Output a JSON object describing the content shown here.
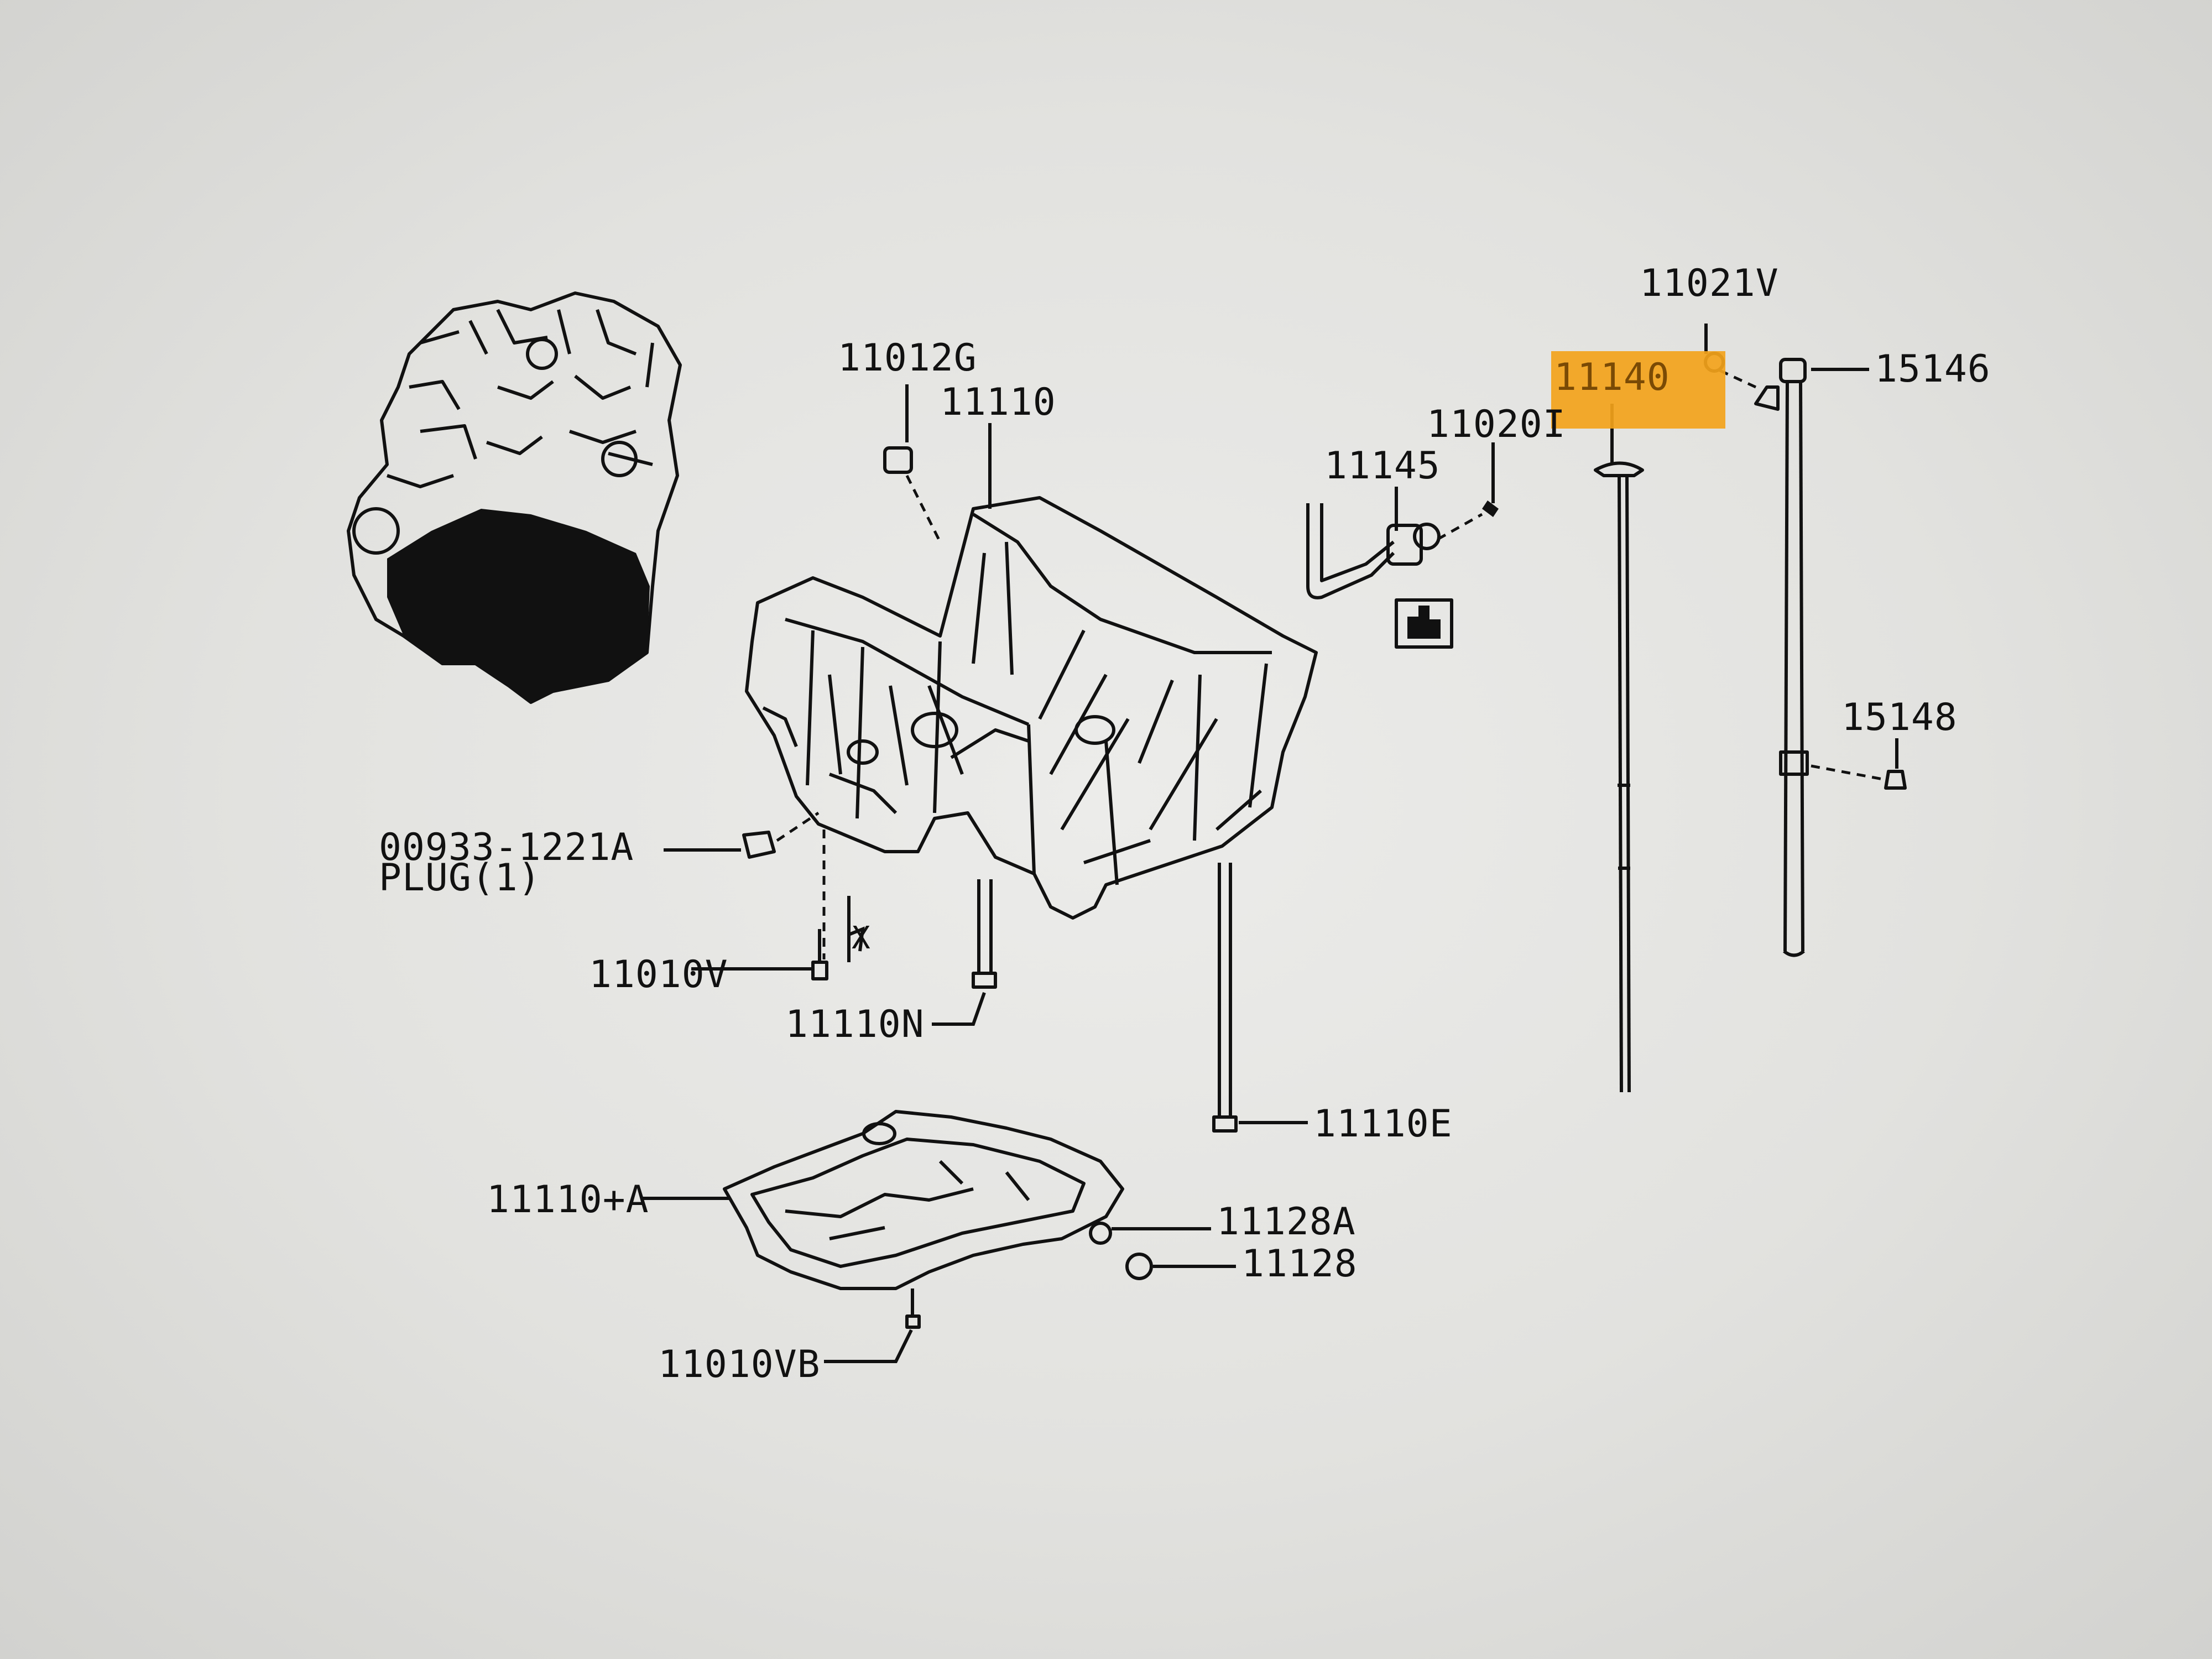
{
  "highlight_color": "#f3a31b",
  "ink_color": "#111111",
  "labels": {
    "p11021V": "11021V",
    "p15146": "15146",
    "p11140": "11140",
    "p11020I": "11020I",
    "p11145": "11145",
    "p11012G": "11012G",
    "p11110": "11110",
    "p15148": "15148",
    "p00933": "00933-1221A",
    "plug": "PLUG(1)",
    "p11010V": "11010V",
    "p11110N": "11110N",
    "p11110E": "11110E",
    "p11110A": "11110+A",
    "p11128A": "11128A",
    "p11128": "11128",
    "p11010VB": "11010VB"
  },
  "highlighted_part": "11140"
}
